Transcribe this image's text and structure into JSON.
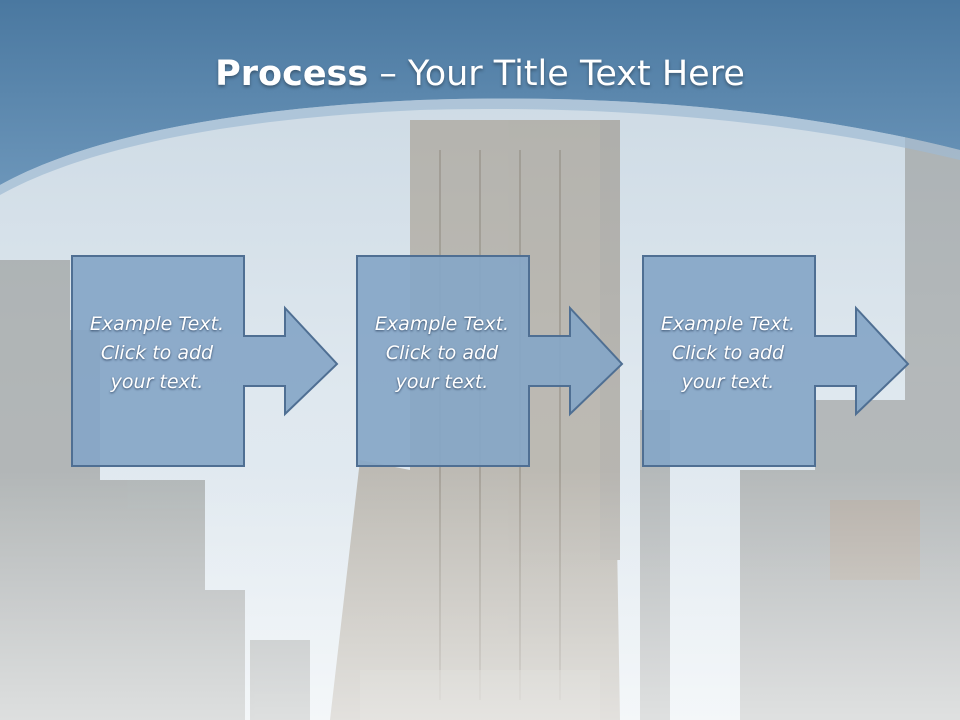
{
  "slide": {
    "title_bold": "Process",
    "title_rest": " – Your Title Text Here",
    "steps": [
      {
        "line1": "Example Text.",
        "line2": "Click  to add",
        "line3": "your text."
      },
      {
        "line1": "Example Text.",
        "line2": "Click  to add",
        "line3": "your text."
      },
      {
        "line1": "Example Text.",
        "line2": "Click  to add",
        "line3": "your text."
      }
    ]
  },
  "colors": {
    "header_band": "#5b87ad",
    "box_fill": "#86a6c7",
    "box_stroke": "#4f6f93",
    "sky": "#dfe8ef"
  }
}
